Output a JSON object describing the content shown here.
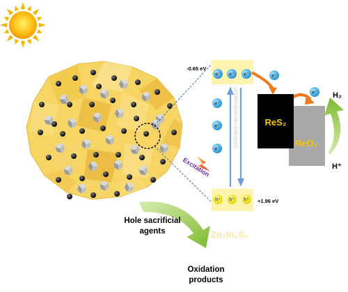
{
  "energy": {
    "cb_potential": "-0.65 eV",
    "vb_potential": "+1.96 eV"
  },
  "carriers": {
    "electron": "e⁻",
    "hole": "h⁺"
  },
  "labels": {
    "inhibited_recombination": "Inhibited recombination",
    "excitation": "Excitation",
    "res2": "ReS₂",
    "reo2": "ReO₂",
    "h2": "H₂",
    "h_plus": "H⁺",
    "hole_agent_line1": "Hole sacrificial",
    "hole_agent_line2": "agents",
    "zis": "Zn₂In₂S₅",
    "oxidation_line1": "Oxidation",
    "oxidation_line2": "products"
  },
  "colors": {
    "band": "#fff3b0",
    "cluster": "#f7d565",
    "res2_block": "#000000",
    "reo2_block": "#a9a9a9",
    "electron": "#2a9fd8",
    "hole": "#f2e600",
    "orange_arrow": "#f07a1e",
    "green_arrow": "#8cc63f",
    "excitation_text": "#6f2da8",
    "zis_text": "#f3e7a0"
  }
}
